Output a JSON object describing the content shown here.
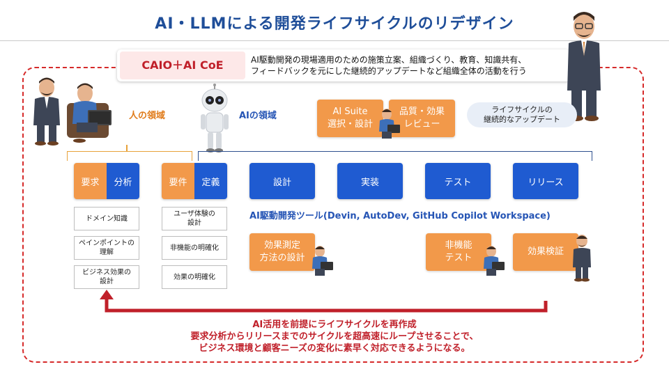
{
  "title": "AI・LLMによる開発ライフサイクルのリデザイン",
  "caio": {
    "label": "CAIO＋AI CoE",
    "description_line1": "AI駆動開発の現場適用のための施策立案、組織づくり、教育、知識共有、",
    "description_line2": "フィードバックを元にした継続的アップデートなど組織全体の活動を行う"
  },
  "domains": {
    "human": "人の領域",
    "ai": "AIの領域"
  },
  "ai_actions": {
    "suite_line1": "AI Suite",
    "suite_line2": "選択・設計",
    "quality_line1": "品質・効果",
    "quality_line2": "レビュー"
  },
  "cycle_update": {
    "line1": "ライフサイクルの",
    "line2": "継続的なアップデート"
  },
  "phases": {
    "requirements_a": "要求",
    "requirements_b": "分析",
    "definition_a": "要件",
    "definition_b": "定義",
    "design": "設計",
    "implementation": "実装",
    "test": "テスト",
    "release": "リリース"
  },
  "requirements_items": [
    {
      "line1": "ドメイン知識",
      "line2": ""
    },
    {
      "line1": "ペインポイントの",
      "line2": "理解"
    },
    {
      "line1": "ビジネス効果の",
      "line2": "設計"
    }
  ],
  "definition_items": [
    {
      "line1": "ユーザ体験の",
      "line2": "設計"
    },
    {
      "line1": "非機能の明確化",
      "line2": ""
    },
    {
      "line1": "効果の明確化",
      "line2": ""
    }
  ],
  "tools_label": "AI駆動開発ツール(Devin, AutoDev, GitHub Copilot Workspace)",
  "lower_actions": {
    "measure_line1": "効果測定",
    "measure_line2": "方法の設計",
    "nfr_line1": "非機能",
    "nfr_line2": "テスト",
    "verify": "効果検証"
  },
  "bottom": {
    "line1": "AI活用を前提にライフサイクルを再作成",
    "line2": "要求分析からリリースまでのサイクルを超高速にループさせることで、",
    "line3": "ビジネス環境と顧客ニーズの変化に素早く対応できるようになる。"
  },
  "colors": {
    "title": "#1f4e99",
    "orange": "#f2994a",
    "blue": "#1f5bd1",
    "red": "#d62a2a",
    "ai_label": "#2655b5",
    "human_label": "#e07b1a"
  },
  "icons": [
    "businessman-icon",
    "robot-icon",
    "laptop-worker-icon"
  ]
}
